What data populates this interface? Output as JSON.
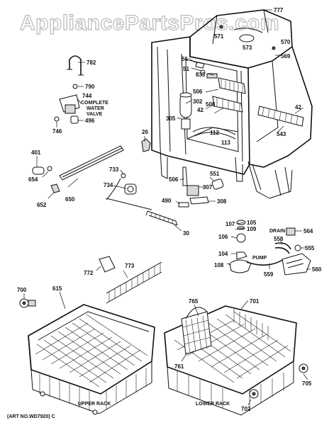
{
  "watermark": "AppliancePartsPros.com",
  "art_number": "(ART NO.WD7920) C",
  "captions": {
    "complete_water_valve": [
      "COMPLETE",
      "WATER",
      "VALVE"
    ],
    "drain": "DRAIN",
    "pump": "PUMP",
    "upper_rack": "UPPER RACK",
    "lower_rack": "LOWER RACK"
  },
  "part_numbers": {
    "p777": "777",
    "p571": "571",
    "p573": "573",
    "p570": "570",
    "p569": "569",
    "p56": "56",
    "p51": "51",
    "p833": "833",
    "p506a": "506",
    "p302": "302",
    "p42a": "42",
    "p508": "508",
    "p42b": "42",
    "p305": "305",
    "p543": "543",
    "p112": "112",
    "p113": "113",
    "p782": "782",
    "p790": "790",
    "p744": "744",
    "p746": "746",
    "p496": "496",
    "p26": "26",
    "p401": "401",
    "p654": "654",
    "p652": "652",
    "p650": "650",
    "p733": "733",
    "p734": "734",
    "p506b": "506",
    "p551": "551",
    "p307": "307",
    "p308": "308",
    "p490": "490",
    "p30": "30",
    "p107": "107",
    "p105": "105",
    "p109": "109",
    "p106": "106",
    "p104": "104",
    "p108": "108",
    "p564": "564",
    "p558": "558",
    "p555": "555",
    "p559": "559",
    "p560": "560",
    "p772": "772",
    "p773": "773",
    "p700": "700",
    "p615": "615",
    "p765": "765",
    "p701": "701",
    "p761": "761",
    "p705": "705",
    "p702": "702"
  }
}
